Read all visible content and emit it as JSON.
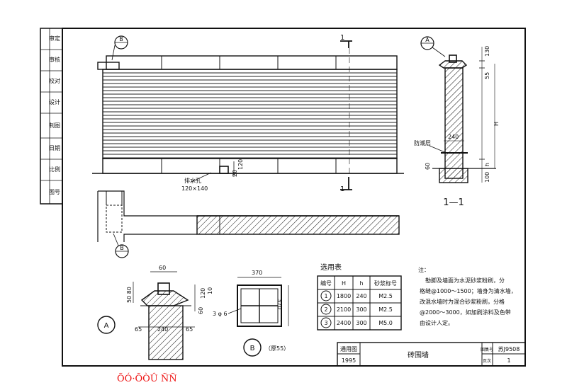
{
  "title_block": {
    "drawing_title": "砖围墙",
    "label_atlas": "图集号",
    "atlas_no": "苏J9508",
    "label_year": "通用图",
    "year": "1995",
    "label_page": "页次",
    "page_no": "1"
  },
  "side_strip": [
    "审定",
    "审核",
    "校对",
    "设计",
    "制图",
    "日期",
    "比例",
    "图号"
  ],
  "elevation": {
    "section_mark": "1",
    "callout_b": "B",
    "drain_hole_label": "排水孔",
    "drain_hole_size": "120×140",
    "dim_20": "20",
    "dim_120": "120"
  },
  "plan": {
    "callout_b": "B"
  },
  "section": {
    "callout_a": "A",
    "title": "1—1",
    "dim_130": "130",
    "dim_55": "55",
    "dim_h_cap": "H",
    "dim_240": "240",
    "damp_proof": "防潮层",
    "dim_60": "60",
    "dim_h": "h",
    "dim_100": "100"
  },
  "detail_a": {
    "label": "A",
    "dim_60": "60",
    "dim_50_80": "50 80",
    "dim_120": "120",
    "dim_10": "10",
    "dim_60b": "60",
    "dim_65l": "65",
    "dim_240": "240",
    "dim_65r": "65"
  },
  "detail_b": {
    "label": "B",
    "note": "（厚55）",
    "dim_370_top": "370",
    "dim_370_side": "370",
    "rebar": "3 φ 6"
  },
  "selection_table": {
    "title": "选用表",
    "headers": [
      "编号",
      "H",
      "h",
      "砂浆标号"
    ],
    "rows": [
      [
        "1",
        "1800",
        "240",
        "M2.5"
      ],
      [
        "2",
        "2100",
        "300",
        "M2.5"
      ],
      [
        "3",
        "2400",
        "300",
        "M5.0"
      ]
    ]
  },
  "notes": {
    "heading": "注：",
    "lines": [
      "勒脚及墙面为水泥砂浆粉刷，分",
      "格缝@1000～1500；墙身为清水墙，",
      "改混水墙时为混合砂浆粉刷，分格",
      "@2000～3000，如加刷涂料及色带",
      "由设计人定。"
    ]
  },
  "stamp": "ÕÓ·ÕÒÛ ÑÑ"
}
